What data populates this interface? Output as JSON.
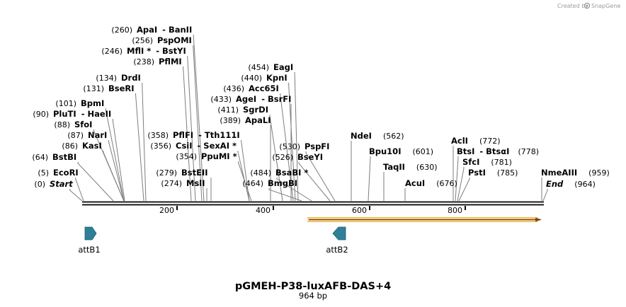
{
  "credit": {
    "prefix": "Created by",
    "brand": "SnapGene"
  },
  "title": "pGMEH-P38-luxAFB-DAS+4",
  "subtitle": "964 bp",
  "sites": [
    {
      "pos": "(260)",
      "name": "ApaI",
      "alt": "- BanII"
    },
    {
      "pos": "(256)",
      "name": "PspOMI"
    },
    {
      "pos": "(246)",
      "name": "MflI *",
      "alt": "- BstYI"
    },
    {
      "pos": "(238)",
      "name": "PflMI"
    },
    {
      "pos": "(134)",
      "name": "DrdI"
    },
    {
      "pos": "(131)",
      "name": "BseRI"
    },
    {
      "pos": "(101)",
      "name": "BpmI"
    },
    {
      "pos": "(90)",
      "name": "PluTI",
      "alt": "- HaeII"
    },
    {
      "pos": "(88)",
      "name": "SfoI"
    },
    {
      "pos": "(87)",
      "name": "NarI"
    },
    {
      "pos": "(86)",
      "name": "KasI"
    },
    {
      "pos": "(64)",
      "name": "BstBI"
    },
    {
      "pos": "(5)",
      "name": "EcoRI"
    },
    {
      "pos": "(0)",
      "name": "Start"
    },
    {
      "pos": "(454)",
      "name": "EagI"
    },
    {
      "pos": "(440)",
      "name": "KpnI"
    },
    {
      "pos": "(436)",
      "name": "Acc65I"
    },
    {
      "pos": "(433)",
      "name": "AgeI",
      "alt": "- BsrFI"
    },
    {
      "pos": "(411)",
      "name": "SgrDI"
    },
    {
      "pos": "(389)",
      "name": "ApaLI"
    },
    {
      "pos": "(358)",
      "name": "PflFI",
      "alt": "- Tth111I"
    },
    {
      "pos": "(356)",
      "name": "CsiI",
      "alt": "- SexAI *"
    },
    {
      "pos": "(354)",
      "name": "PpuMI *"
    },
    {
      "pos": "(279)",
      "name": "BstEII"
    },
    {
      "pos": "(274)",
      "name": "MslI"
    },
    {
      "pos": "(530)",
      "name": "PspFI"
    },
    {
      "pos": "(526)",
      "name": "BseYI"
    },
    {
      "pos": "(484)",
      "name": "BsaBI *"
    },
    {
      "pos": "(464)",
      "name": "BmgBI"
    },
    {
      "pos": "(562)",
      "name": "NdeI"
    },
    {
      "pos": "(601)",
      "name": "Bpu10I"
    },
    {
      "pos": "(630)",
      "name": "TaqII"
    },
    {
      "pos": "(676)",
      "name": "AcuI"
    },
    {
      "pos": "(772)",
      "name": "AclI"
    },
    {
      "pos": "(778)",
      "name": "BtsI",
      "alt": "- BtsαI"
    },
    {
      "pos": "(781)",
      "name": "SfcI"
    },
    {
      "pos": "(785)",
      "name": "PstI"
    },
    {
      "pos": "(959)",
      "name": "NmeAIII"
    },
    {
      "pos": "(964)",
      "name": "End"
    }
  ],
  "ticks": [
    "200",
    "400",
    "600",
    "800"
  ],
  "features": [
    {
      "name": "attB1",
      "direction": "forward",
      "color": "#2e7f98"
    },
    {
      "name": "attB2",
      "direction": "reverse",
      "color": "#2e7f98"
    }
  ],
  "orf": {
    "color": "#f5b43c",
    "direction": "forward"
  }
}
